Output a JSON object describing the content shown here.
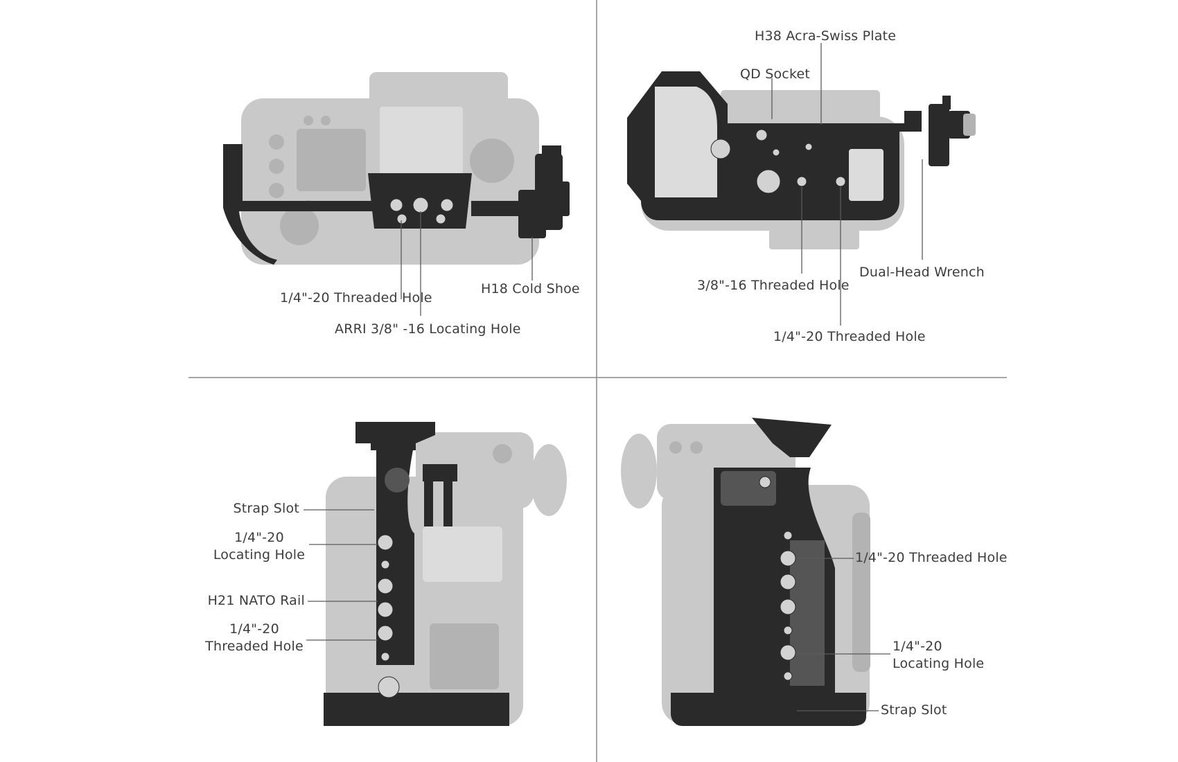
{
  "colors": {
    "background": "#ffffff",
    "divider": "#8a8a8a",
    "camera_body": "#c9c9c9",
    "camera_shade": "#b3b3b3",
    "camera_panel": "#dcdcdc",
    "cage_metal": "#2a2a2a",
    "cage_highlight": "#555555",
    "hole_fill": "#d2d2d2",
    "leader_line": "#5a5a5a",
    "label_text": "#3d3d3d"
  },
  "panels": {
    "top_view": {
      "labels": {
        "threaded_hole": "1/4\"-20 Threaded Hole",
        "cold_shoe": "H18 Cold Shoe",
        "arri_hole": "ARRI 3/8\" -16 Locating Hole"
      }
    },
    "bottom_view": {
      "labels": {
        "acra_plate": "H38 Acra-Swiss Plate",
        "qd_socket": "QD Socket",
        "wrench": "Dual-Head Wrench",
        "threaded_hole_38": "3/8\"-16 Threaded Hole",
        "threaded_hole_14": "1/4\"-20 Threaded Hole"
      }
    },
    "left_side_view": {
      "labels": {
        "strap_slot": "Strap Slot",
        "locating_hole": "1/4\"-20\nLocating Hole",
        "nato_rail": "H21 NATO Rail",
        "threaded_hole": "1/4\"-20\nThreaded Hole"
      }
    },
    "right_side_view": {
      "labels": {
        "threaded_hole": "1/4\"-20 Threaded Hole",
        "locating_hole": "1/4\"-20\nLocating Hole",
        "strap_slot": "Strap Slot"
      }
    }
  }
}
